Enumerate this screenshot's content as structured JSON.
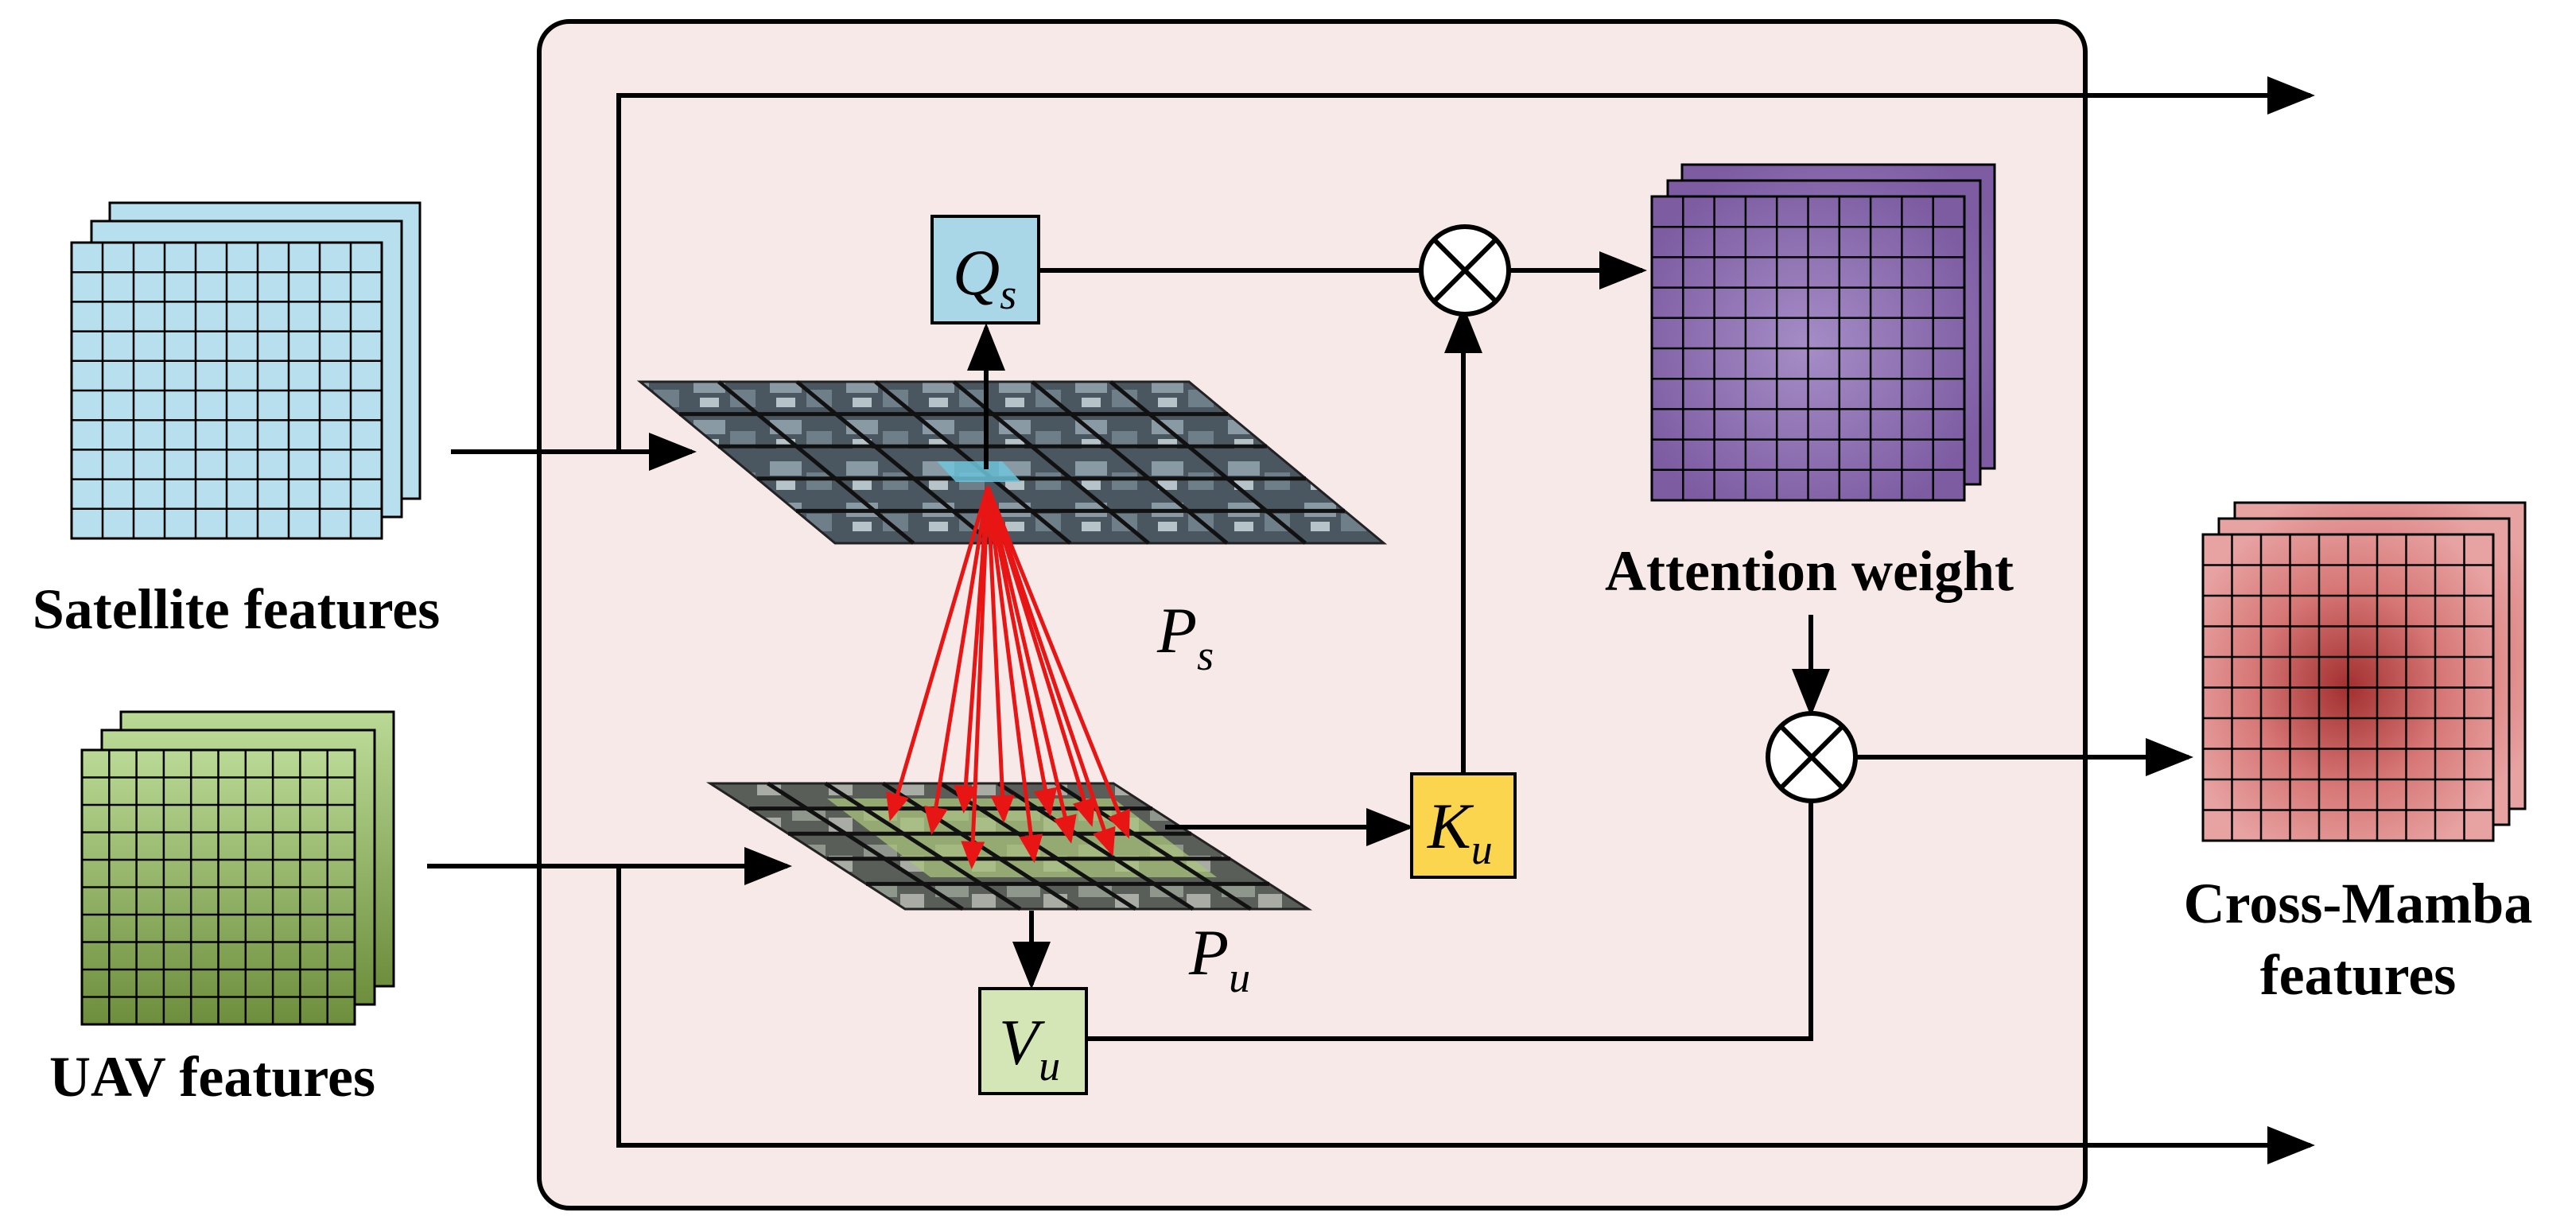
{
  "inputs": {
    "satellite": "Satellite features",
    "uav": "UAV features"
  },
  "outputs": {
    "attention": "Attention weight",
    "cross_mamba_line1": "Cross-Mamba",
    "cross_mamba_line2": "features"
  },
  "math": {
    "Qs": {
      "base": "Q",
      "sub": "s"
    },
    "Ku": {
      "base": "K",
      "sub": "u"
    },
    "Vu": {
      "base": "V",
      "sub": "u"
    },
    "Ps": {
      "base": "P",
      "sub": "s"
    },
    "Pu": {
      "base": "P",
      "sub": "u"
    }
  },
  "colors": {
    "module_bg": "#f6e9e8",
    "satellite_grid": "#b7dfee",
    "uav_grid_top": "#b9d995",
    "uav_grid_bottom": "#6d8e3c",
    "attention_grid": "#9173b4",
    "cross_mamba_center": "#a2302f",
    "cross_mamba_edge": "#e7a3a2",
    "qs_box": "#aad7e8",
    "ku_box": "#fcd54f",
    "vu_box": "#d4e6b5",
    "fan_arrow_start": "#7a8fb4",
    "fan_arrow_end": "#e81515"
  }
}
